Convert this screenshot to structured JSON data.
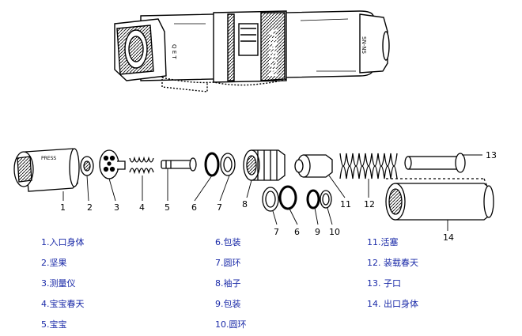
{
  "callouts": [
    "1",
    "2",
    "3",
    "4",
    "5",
    "6",
    "7",
    "8",
    "11",
    "12",
    "13",
    "7",
    "6",
    "9",
    "10",
    "14"
  ],
  "marks": {
    "press": "PRESS",
    "brand": "VINSON",
    "left_code": "Q E T",
    "right_code": "SN-NS"
  },
  "legend": [
    {
      "label": "1.入口身体"
    },
    {
      "label": "2.坚果"
    },
    {
      "label": "3.测量仪"
    },
    {
      "label": "4.宝宝春天"
    },
    {
      "label": "5.宝宝"
    },
    {
      "label": "6.包装"
    },
    {
      "label": "7.圆环"
    },
    {
      "label": "8.袖子"
    },
    {
      "label": "9.包装"
    },
    {
      "label": "10.圆环"
    },
    {
      "label": "11.活塞"
    },
    {
      "label": "12. 装载春天"
    },
    {
      "label": "13. 子口"
    },
    {
      "label": "14. 出口身体"
    }
  ]
}
